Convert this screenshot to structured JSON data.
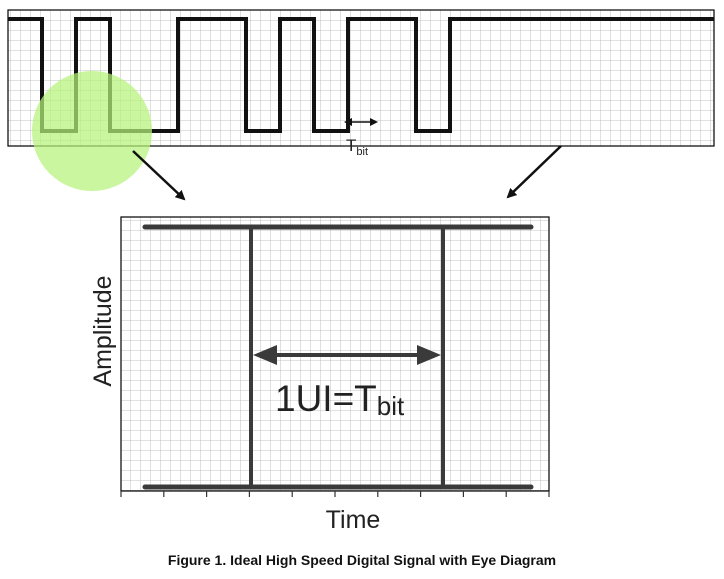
{
  "diagram": {
    "top_panel": {
      "tbit_label": {
        "main": "T",
        "sub": "bit"
      },
      "waveform_bits": [
        1,
        0,
        1,
        0,
        0,
        1,
        1,
        0,
        1,
        0,
        1,
        1,
        0,
        1,
        1
      ]
    },
    "eye_panel": {
      "ylabel": "Amplitude",
      "xlabel": "Time",
      "ui_label": {
        "main": "1UI=T",
        "sub": "bit"
      }
    },
    "caption": "Figure 1. Ideal High Speed Digital Signal with Eye Diagram"
  }
}
